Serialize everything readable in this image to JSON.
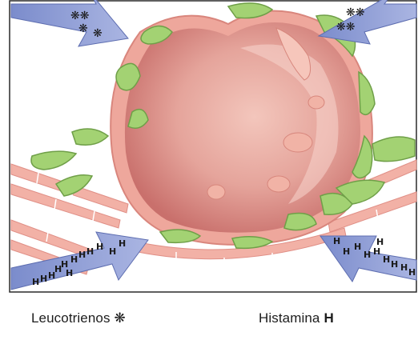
{
  "legend": {
    "leukotrienes_label": "Leucotrienos",
    "leukotrienes_symbol": "❋",
    "histamine_label": "Histamina",
    "histamine_symbol": "H"
  },
  "colors": {
    "background": "#ffffff",
    "frame": "#2a2a2a",
    "arrow_blue": "#8d9bd0",
    "alveolus_pink": "#d98b86",
    "wall_pink": "#f0aaa0",
    "mucus_green": "#9ccf6e",
    "glyph_dark": "#1a1a1a"
  }
}
